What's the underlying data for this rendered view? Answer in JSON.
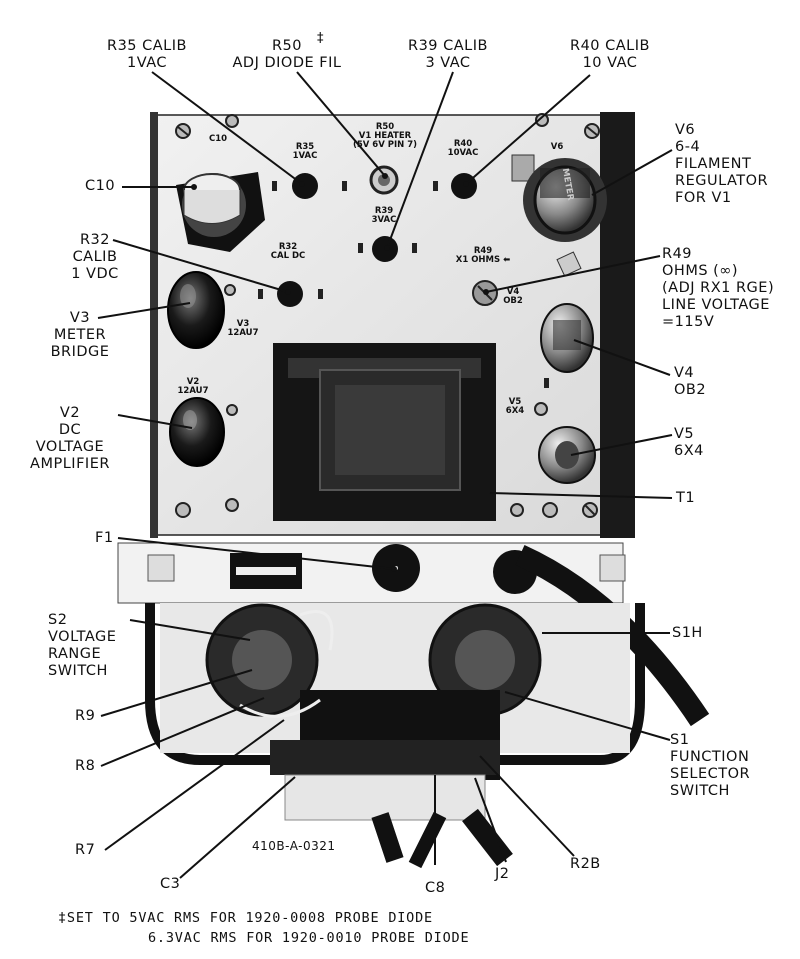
{
  "labels": {
    "r35": "R35 CALIB\n1VAC",
    "r50": "R50\nADJ DIODE FIL",
    "dagger": "‡",
    "r39": "R39 CALIB\n3 VAC",
    "r40": "R40 CALIB\n10 VAC",
    "v6": "V6\n6-4\nFILAMENT\nREGULATOR\nFOR V1",
    "c10": "C10",
    "r32": "R32\nCALIB\n1 VDC",
    "r49": "R49\nOHMS (∞)\n(ADJ RX1 RGE)\nLINE VOLTAGE\n=115V",
    "v3": "V3\nMETER\nBRIDGE",
    "v4": "V4\nOB2",
    "v2": "V2\nDC\nVOLTAGE\nAMPLIFIER",
    "v5": "V5\n6X4",
    "t1": "T1",
    "f1": "F1",
    "s2": "S2\nVOLTAGE\nRANGE\nSWITCH",
    "s1h": "S1H",
    "r9": "R9",
    "r8": "R8",
    "s1": "S1\nFUNCTION\nSELECTOR\nSWITCH",
    "r7": "R7",
    "c3": "C3",
    "c8": "C8",
    "j2": "J2",
    "r28": "R2B",
    "part_number": "410B-A-0321"
  },
  "panel_marks": {
    "c10": "C10",
    "r35": "R35\n1VAC",
    "r50": "R50\nV1 HEATER\n(5V 6V PIN 7)",
    "r40": "R40\n10VAC",
    "v6": "V6",
    "r39": "R39\n3VAC",
    "r32": "R32\nCAL DC",
    "r49": "R49\nX1 OHMS ⬅",
    "v4": "V4\nOB2",
    "v3": "V3\n12AU7",
    "v2": "V2\n12AU7",
    "v5": "V5\n6X4",
    "meter": "METER"
  },
  "footnote": {
    "line1": "‡SET TO 5VAC RMS FOR 1920-0008 PROBE DIODE",
    "line2": "6.3VAC RMS FOR 1920-0010 PROBE DIODE"
  }
}
